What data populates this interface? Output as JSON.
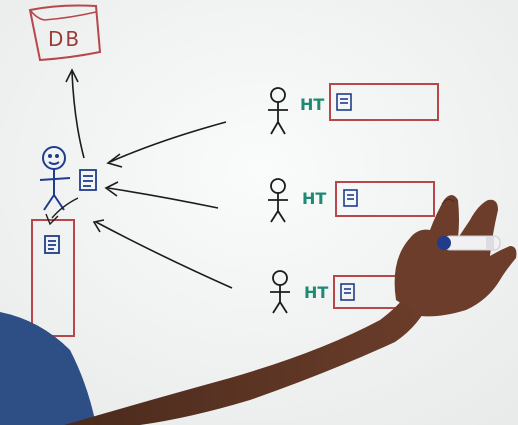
{
  "whiteboard": {
    "database_label": "DB",
    "requester_label": "HT",
    "requesters": [
      {
        "label": "HT"
      },
      {
        "label": "HT"
      },
      {
        "label": "HT"
      }
    ],
    "colors": {
      "board": "#f4f5f5",
      "marker_red": "#b8474a",
      "marker_blue": "#1f3d8c",
      "marker_teal": "#1f8a73",
      "marker_black": "#1c1c1c",
      "skin": "#5a3424",
      "shirt": "#2e4f86"
    },
    "icons": [
      "database-icon",
      "stick-figure-icon",
      "document-icon",
      "marker-pen-icon"
    ]
  }
}
